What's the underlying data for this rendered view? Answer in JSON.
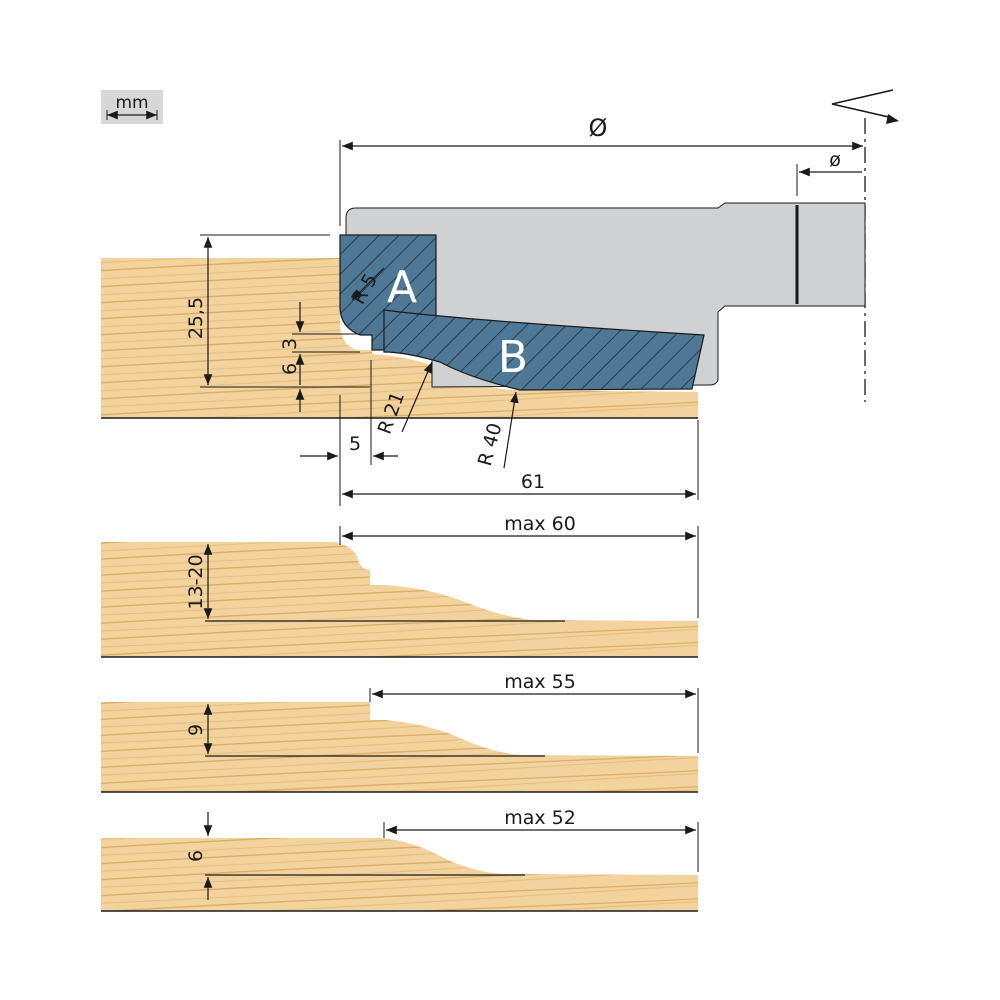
{
  "units": {
    "label": "mm"
  },
  "tool": {
    "diameter_symbol": "Ø",
    "bore_symbol": "ø",
    "knife_a_label": "A",
    "knife_b_label": "B"
  },
  "dimensions": {
    "height": "25,5",
    "step_top": "3",
    "step_bottom": "6",
    "radius_small": "R 5",
    "radius_mid": "R 21",
    "radius_large": "R 40",
    "offset": "5",
    "total_width": "61"
  },
  "profiles": [
    {
      "thickness": "13-20",
      "max_width": "max 60"
    },
    {
      "thickness": "9",
      "max_width": "max 55"
    },
    {
      "thickness": "6",
      "max_width": "max 52"
    }
  ],
  "colors": {
    "wood": "#f2d29a",
    "wood_grain": "#d9a964",
    "tool_body": "#cfd1d3",
    "knife": "#4f7896",
    "ink": "#1a1a1a"
  }
}
